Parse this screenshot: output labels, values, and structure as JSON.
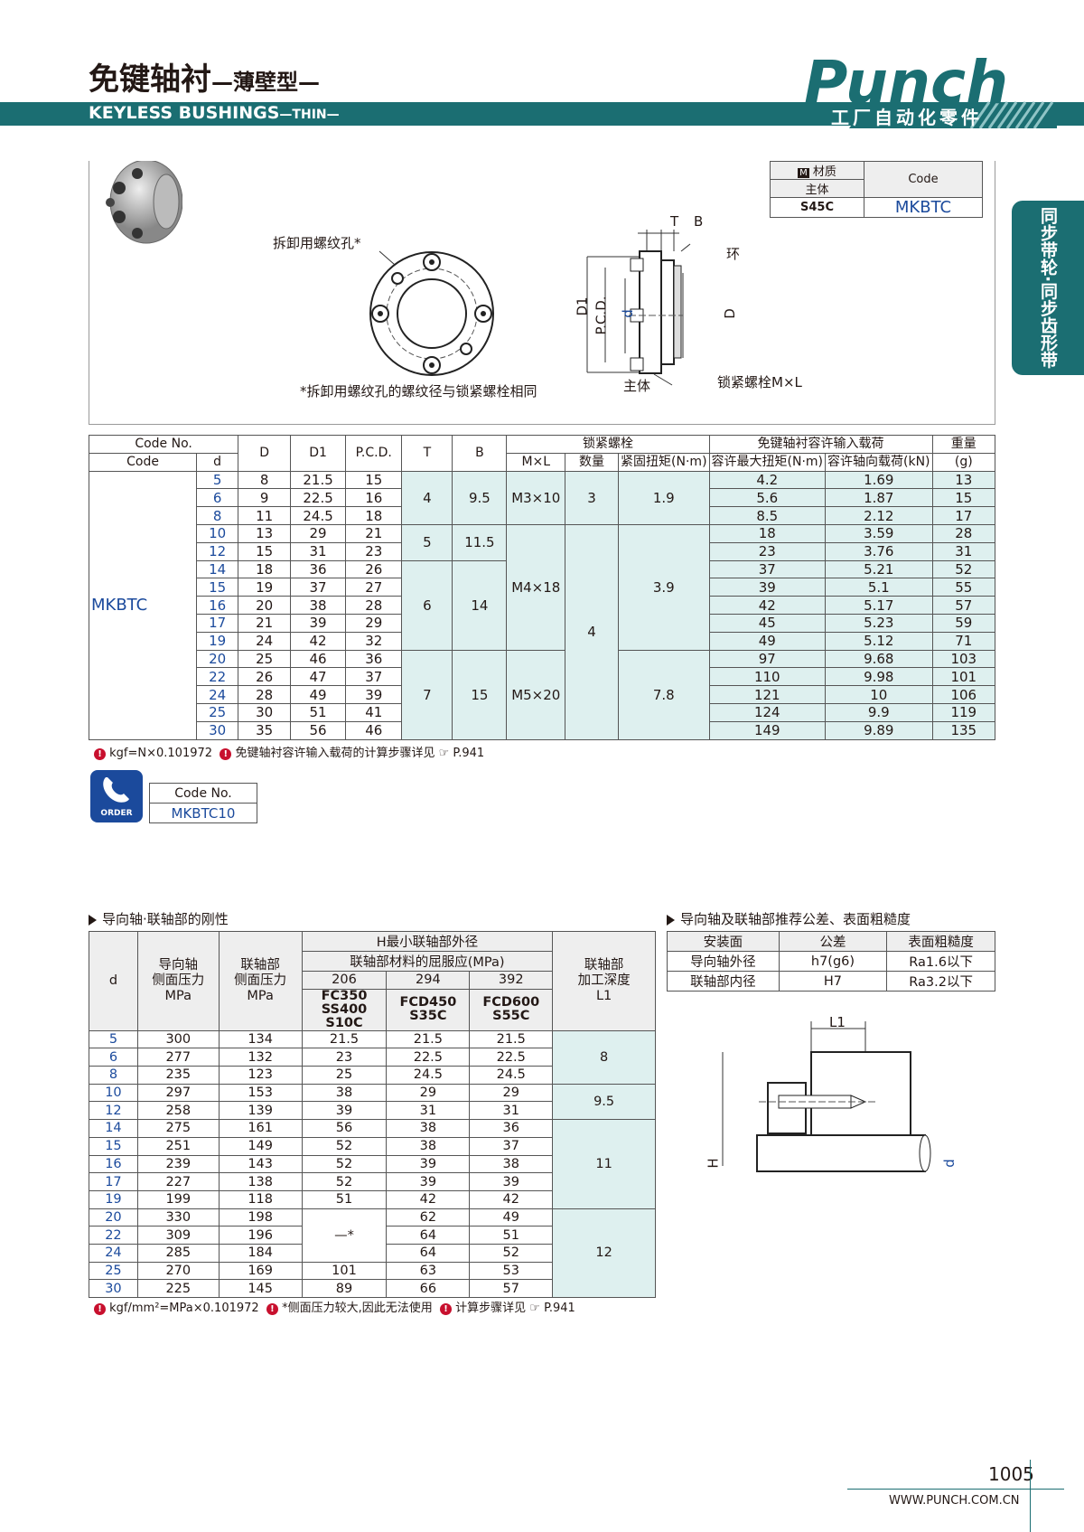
{
  "header": {
    "title_cn": "免键轴衬",
    "title_cn_sub": "—薄壁型—",
    "title_en": "KEYLESS BUSHINGS",
    "title_en_sub": "—THIN—",
    "logo_text": "Punch",
    "tagline": "工厂自动化零件"
  },
  "side_tab": "同步带轮·同步齿形带",
  "figure": {
    "label_removal_hole": "拆卸用螺纹孔*",
    "note_removal": "*拆卸用螺纹孔的螺纹径与锁紧螺栓相同",
    "label_ring": "环",
    "label_body": "主体",
    "label_bolt": "锁紧螺栓M×L",
    "dims": {
      "T": "T",
      "B": "B",
      "D1": "D1",
      "PCD": "P.C.D.",
      "d": "d",
      "D": "D"
    }
  },
  "material": {
    "m": "M",
    "hdr_material": "材质",
    "hdr_body": "主体",
    "hdr_code": "Code",
    "value_body": "S45C",
    "value_code": "MKBTC"
  },
  "spec_table": {
    "h_codeno": "Code No.",
    "h_code": "Code",
    "h_d": "d",
    "h_D": "D",
    "h_D1": "D1",
    "h_pcd": "P.C.D.",
    "h_T": "T",
    "h_B": "B",
    "h_bolt": "锁紧螺栓",
    "h_mxl": "M×L",
    "h_qty": "数量",
    "h_torque": "紧固扭矩(N·m)",
    "h_load": "免键轴衬容许输入载荷",
    "h_maxtorque": "容许最大扭矩(N·m)",
    "h_axial": "容许轴向载荷(kN)",
    "h_weight": "重量",
    "h_weight_unit": "(g)",
    "code": "MKBTC",
    "rows": [
      [
        "5",
        "8",
        "21.5",
        "15",
        "4.2",
        "1.69",
        "13"
      ],
      [
        "6",
        "9",
        "22.5",
        "16",
        "5.6",
        "1.87",
        "15"
      ],
      [
        "8",
        "11",
        "24.5",
        "18",
        "8.5",
        "2.12",
        "17"
      ],
      [
        "10",
        "13",
        "29",
        "21",
        "18",
        "3.59",
        "28"
      ],
      [
        "12",
        "15",
        "31",
        "23",
        "23",
        "3.76",
        "31"
      ],
      [
        "14",
        "18",
        "36",
        "26",
        "37",
        "5.21",
        "52"
      ],
      [
        "15",
        "19",
        "37",
        "27",
        "39",
        "5.1",
        "55"
      ],
      [
        "16",
        "20",
        "38",
        "28",
        "42",
        "5.17",
        "57"
      ],
      [
        "17",
        "21",
        "39",
        "29",
        "45",
        "5.23",
        "59"
      ],
      [
        "19",
        "24",
        "42",
        "32",
        "49",
        "5.12",
        "71"
      ],
      [
        "20",
        "25",
        "46",
        "36",
        "97",
        "9.68",
        "103"
      ],
      [
        "22",
        "26",
        "47",
        "37",
        "110",
        "9.98",
        "101"
      ],
      [
        "24",
        "28",
        "49",
        "39",
        "121",
        "10",
        "106"
      ],
      [
        "25",
        "30",
        "51",
        "41",
        "124",
        "9.9",
        "119"
      ],
      [
        "30",
        "35",
        "56",
        "46",
        "149",
        "9.89",
        "135"
      ]
    ],
    "groups": {
      "T": [
        "4",
        "5",
        "6",
        "7"
      ],
      "B": [
        "9.5",
        "11.5",
        "14",
        "15"
      ],
      "mxl": [
        "M3×10",
        "M4×18",
        "M5×20"
      ],
      "qty": [
        "3",
        "4"
      ],
      "torque": [
        "1.9",
        "3.9",
        "7.8"
      ]
    },
    "note1": "kgf=N×0.101972",
    "note2": "免键轴衬容许输入载荷的计算步骤详见",
    "note2_ref": "P.941"
  },
  "order": {
    "label": "ORDER",
    "h": "Code No.",
    "v": "MKBTC10"
  },
  "stiff": {
    "title": "导向轴·联轴部的刚性",
    "h_d": "d",
    "h_guide": "导向轴",
    "h_guide2": "侧面压力",
    "h_unit": "MPa",
    "h_coup": "联轴部",
    "h_coup2": "侧面压力",
    "h_H": "H最小联轴部外径",
    "h_yield": "联轴部材料的屈服应(MPa)",
    "h_206": "206",
    "h_294": "294",
    "h_392": "392",
    "m1": [
      "FC350",
      "SS400",
      "S10C"
    ],
    "m2": [
      "FCD450",
      "S35C"
    ],
    "m3": [
      "FCD600",
      "S55C"
    ],
    "h_depth": "联轴部",
    "h_depth2": "加工深度",
    "h_L1": "L1",
    "rows": [
      [
        "5",
        "300",
        "134",
        "21.5",
        "21.5",
        "21.5"
      ],
      [
        "6",
        "277",
        "132",
        "23",
        "22.5",
        "22.5"
      ],
      [
        "8",
        "235",
        "123",
        "25",
        "24.5",
        "24.5"
      ],
      [
        "10",
        "297",
        "153",
        "38",
        "29",
        "29"
      ],
      [
        "12",
        "258",
        "139",
        "39",
        "31",
        "31"
      ],
      [
        "14",
        "275",
        "161",
        "56",
        "38",
        "36"
      ],
      [
        "15",
        "251",
        "149",
        "52",
        "38",
        "37"
      ],
      [
        "16",
        "239",
        "143",
        "52",
        "39",
        "38"
      ],
      [
        "17",
        "227",
        "138",
        "52",
        "39",
        "39"
      ],
      [
        "19",
        "199",
        "118",
        "51",
        "42",
        "42"
      ],
      [
        "20",
        "330",
        "198",
        "",
        "62",
        "49"
      ],
      [
        "22",
        "309",
        "196",
        "",
        "64",
        "51"
      ],
      [
        "24",
        "285",
        "184",
        "",
        "64",
        "52"
      ],
      [
        "25",
        "270",
        "169",
        "101",
        "63",
        "53"
      ],
      [
        "30",
        "225",
        "145",
        "89",
        "66",
        "57"
      ]
    ],
    "dash": "—*",
    "depth": [
      "8",
      "9.5",
      "11",
      "12"
    ],
    "note1": "kgf/mm²=MPa×0.101972",
    "note2": "*侧面压力较大,因此无法使用",
    "note3": "计算步骤详见",
    "note3_ref": "P.941"
  },
  "tol": {
    "title": "导向轴及联轴部推荐公差、表面粗糙度",
    "h1": "安装面",
    "h2": "公差",
    "h3": "表面粗糙度",
    "rows": [
      [
        "导向轴外径",
        "h7(g6)",
        "Ra1.6以下"
      ],
      [
        "联轴部内径",
        "H7",
        "Ra3.2以下"
      ]
    ],
    "L1": "L1",
    "H": "H",
    "d": "d"
  },
  "footer": {
    "page": "1005",
    "url": "WWW.PUNCH.COM.CN"
  },
  "colors": {
    "brand": "#1b6e72",
    "tint": "#def0ef",
    "code_blue": "#1b4a9c"
  }
}
